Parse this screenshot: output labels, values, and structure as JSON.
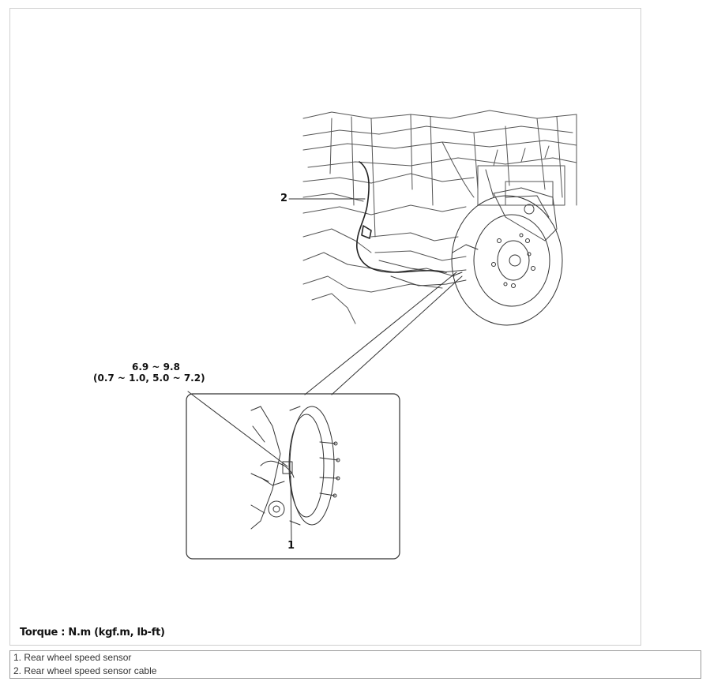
{
  "callouts": {
    "one": "1",
    "two": "2"
  },
  "torque_spec": {
    "line1": "6.9 ~ 9.8",
    "line2": "(0.7 ~ 1.0, 5.0 ~ 7.2)"
  },
  "torque_note": "Torque : N.m (kgf.m, lb-ft)",
  "legend": [
    "1. Rear wheel speed sensor",
    "2. Rear wheel speed sensor cable"
  ],
  "colors": {
    "line": "#333333",
    "frame_border": "#cfcfcf",
    "table_border": "#9a9a9a"
  }
}
